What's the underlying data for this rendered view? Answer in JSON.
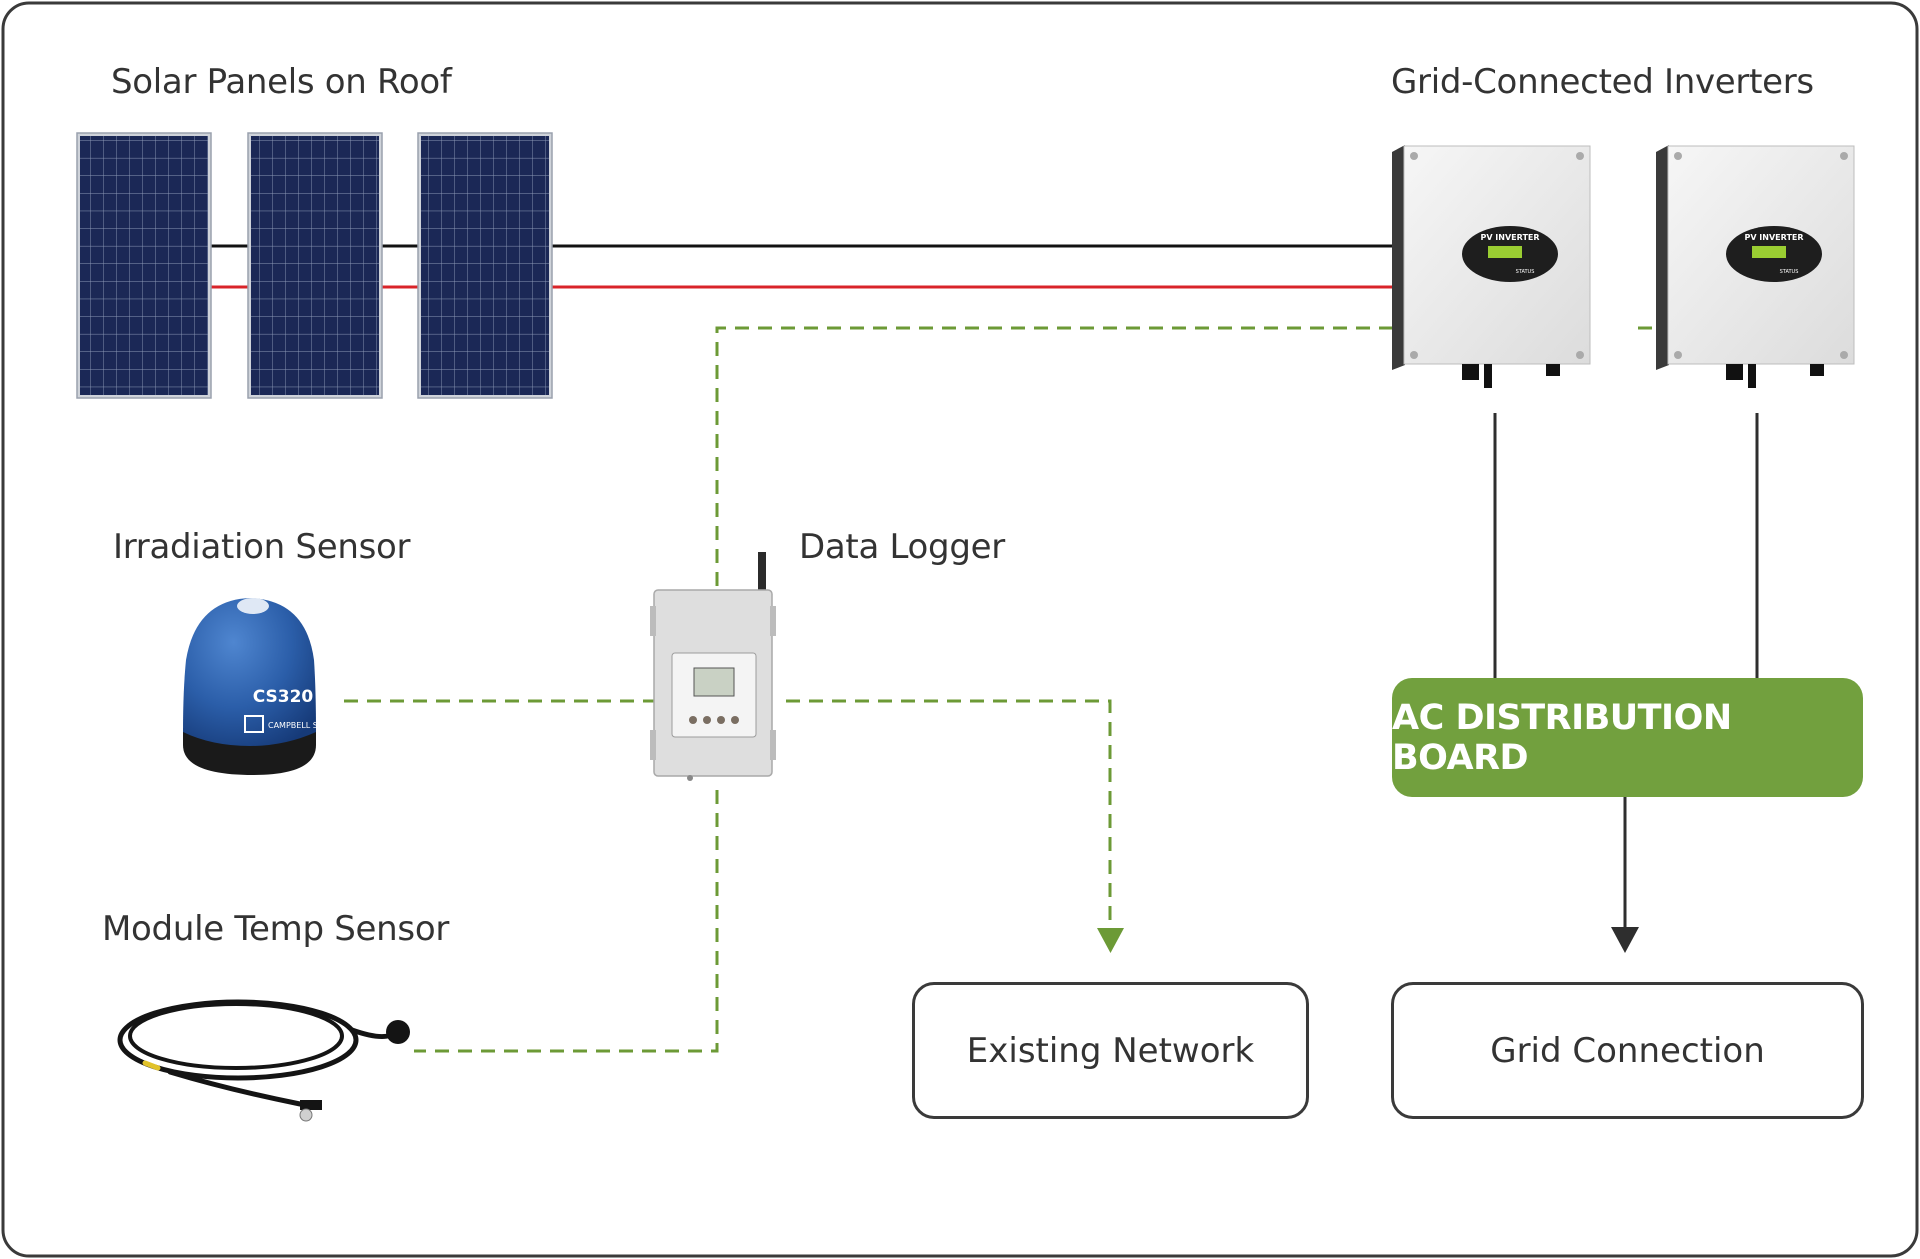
{
  "labels": {
    "solar_panels": "Solar Panels on Roof",
    "inverters": "Grid-Connected Inverters",
    "irradiation_sensor": "Irradiation Sensor",
    "data_logger": "Data Logger",
    "module_temp_sensor": "Module Temp Sensor"
  },
  "boxes": {
    "ac_distribution": "AC DISTRIBUTION BOARD",
    "existing_network": "Existing Network",
    "grid_connection": "Grid Connection"
  },
  "device_text": {
    "inverter_plate": "PV INVERTER",
    "inverter_status": "STATUS",
    "sensor_model": "CS320",
    "sensor_brand": "CAMPBELL SCIENTIFIC"
  },
  "colors": {
    "accent_green": "#72a03e",
    "dashed_green": "#6c9a36",
    "dc_positive": "#d9242a",
    "dc_negative": "#111111",
    "panel_blue": "#1b2856",
    "sensor_blue": "#2a5da8",
    "outline": "#3a3a3a"
  },
  "icons": [
    "solar-panel-icon",
    "inverter-icon",
    "irradiation-sensor-icon",
    "data-logger-icon",
    "temperature-cable-icon",
    "arrow-down-icon"
  ]
}
